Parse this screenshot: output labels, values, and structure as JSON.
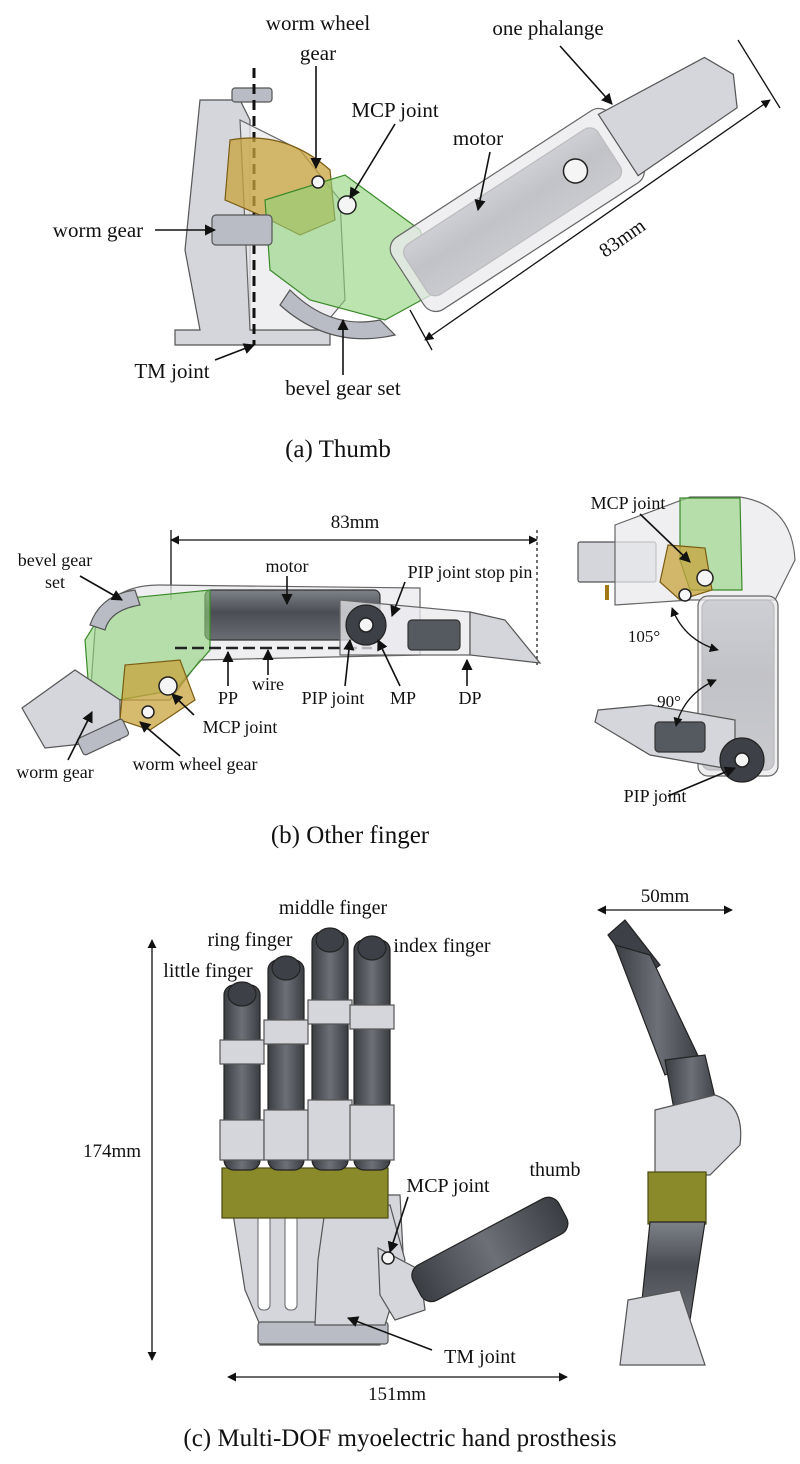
{
  "panel_a": {
    "caption": "(a) Thumb",
    "labels": {
      "worm_wheel_gear_1": "worm wheel",
      "worm_wheel_gear_2": "gear",
      "one_phalange": "one phalange",
      "mcp_joint": "MCP joint",
      "motor": "motor",
      "worm_gear": "worm gear",
      "tm_joint": "TM joint",
      "bevel_gear_set": "bevel gear set"
    },
    "dimension": "83mm"
  },
  "panel_b": {
    "caption": "(b) Other finger",
    "dimension": "83mm",
    "labels": {
      "bevel_gear_1": "bevel gear",
      "bevel_gear_2": "set",
      "motor": "motor",
      "pip_stop_pin": "PIP joint stop pin",
      "pp": "PP",
      "wire": "wire",
      "pip_joint": "PIP joint",
      "mp": "MP",
      "dp": "DP",
      "mcp_joint": "MCP joint",
      "worm_gear": "worm gear",
      "worm_wheel_gear": "worm wheel gear",
      "side_mcp_joint": "MCP joint",
      "side_pip_joint": "PIP joint",
      "angle_mcp": "105°",
      "angle_pip": "90°"
    }
  },
  "panel_c": {
    "caption": "(c) Multi-DOF myoelectric hand prosthesis",
    "labels": {
      "middle_finger": "middle finger",
      "ring_finger": "ring finger",
      "index_finger": "index finger",
      "little_finger": "little finger",
      "thumb": "thumb",
      "mcp_joint": "MCP joint",
      "tm_joint": "TM joint"
    },
    "dimensions": {
      "height": "174mm",
      "width": "151mm",
      "depth": "50mm"
    }
  }
}
